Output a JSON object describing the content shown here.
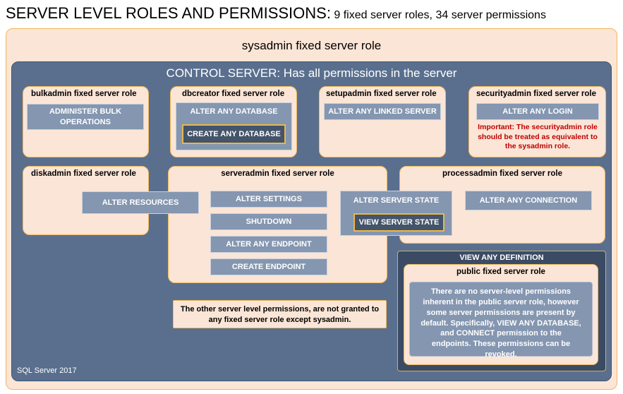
{
  "title": {
    "main": "SERVER LEVEL ROLES AND PERMISSIONS:",
    "sub": "9 fixed server roles, 34 server permissions"
  },
  "sysadmin": {
    "title": "sysadmin fixed server role"
  },
  "control_server": {
    "title": "CONTROL SERVER: Has all permissions in the server"
  },
  "roles": {
    "bulkadmin": {
      "title": "bulkadmin fixed server role",
      "perms": [
        "ADMINISTER BULK OPERATIONS"
      ]
    },
    "dbcreator": {
      "title": "dbcreator fixed server role",
      "perms": [
        "ALTER ANY DATABASE",
        "CREATE ANY DATABASE"
      ]
    },
    "setupadmin": {
      "title": "setupadmin fixed server role",
      "perms": [
        "ALTER ANY LINKED SERVER"
      ]
    },
    "securityadmin": {
      "title": "securityadmin fixed server role",
      "perms": [
        "ALTER ANY LOGIN"
      ],
      "note": "Important: The securityadmin role should be treated as equivalent to the sysadmin role."
    },
    "diskadmin": {
      "title": "diskadmin fixed server role",
      "perms": [
        "ALTER RESOURCES"
      ]
    },
    "serveradmin": {
      "title": "serveradmin fixed server role",
      "perms": [
        "ALTER SETTINGS",
        "SHUTDOWN",
        "ALTER ANY ENDPOINT",
        "CREATE ENDPOINT",
        "ALTER SERVER STATE",
        "VIEW SERVER STATE"
      ]
    },
    "processadmin": {
      "title": "processadmin fixed server role",
      "perms": [
        "ALTER ANY CONNECTION"
      ]
    },
    "public": {
      "container": "VIEW ANY DEFINITION",
      "title": "public fixed server role",
      "note": "There are no server-level permissions inherent in the public server role, however some server permissions are present by default. Specifically,  VIEW ANY DATABASE, and CONNECT permission to the endpoints. These permissions can be revoked."
    }
  },
  "other_note": "The other server level permissions, are not granted to any fixed server role except sysadmin.",
  "footer": "SQL Server 2017",
  "colors": {
    "peach": "#fbe5d6",
    "peach_border": "#f0b85a",
    "slate": "#5a6f8e",
    "permission": "#8496b0",
    "permission_dark": "#44546a",
    "note_red": "#c00000"
  }
}
